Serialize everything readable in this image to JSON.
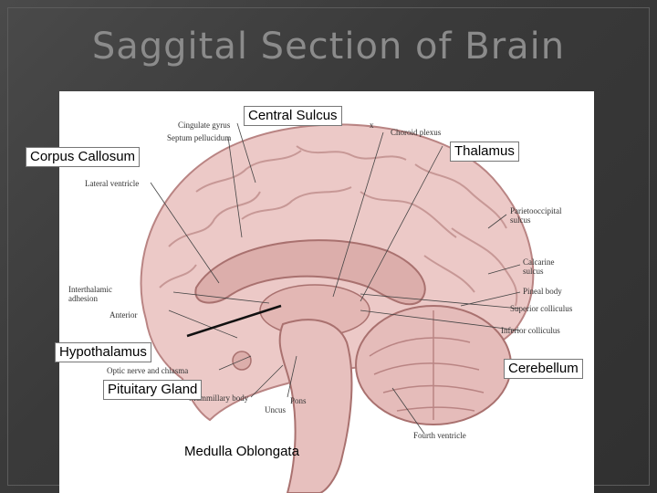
{
  "title": "Saggital Section of Brain",
  "labels": {
    "central_sulcus": "Central Sulcus",
    "corpus_callosum": "Corpus Callosum",
    "thalamus": "Thalamus",
    "hypothalamus": "Hypothalamus",
    "pituitary_gland": "Pituitary Gland",
    "medulla_oblongata": "Medulla Oblongata",
    "cerebellum": "Cerebellum"
  },
  "anatomy_labels": {
    "cingulate_gyrus": "Cingulate gyrus",
    "septum_pellucidum": "Septum pellucidum",
    "lateral_ventricle": "Lateral ventricle",
    "interthalamic_1": "Interthalamic",
    "interthalamic_2": "adhesion",
    "anterior": "Anterior",
    "optic_nerve": "Optic nerve and chiasma",
    "mammillary_body": "Mammillary body",
    "pons": "Pons",
    "uncus": "Uncus",
    "choroid_plexus": "Choroid plexus",
    "parieto_1": "Parietooccipital",
    "parieto_2": "sulcus",
    "calcarine_1": "Calcarine",
    "calcarine_2": "sulcus",
    "pineal_body": "Pineal body",
    "superior_colliculus": "Superior colliculus",
    "inferior_colliculus": "Inferior colliculus",
    "fourth_ventricle": "Fourth ventricle",
    "x_mark": "x"
  },
  "colors": {
    "brain": "#e9c5c3",
    "brain_dark": "#b98483",
    "background": "#3c3c3c"
  }
}
